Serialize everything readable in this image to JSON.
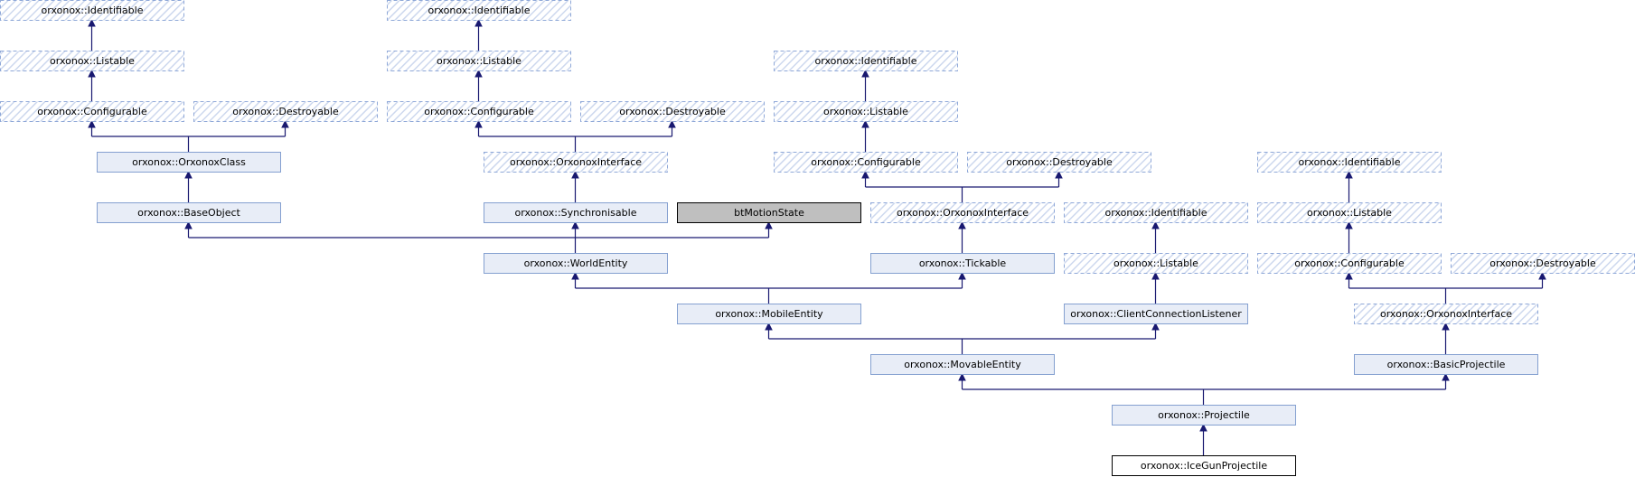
{
  "diagram": {
    "style": {
      "edge_color": "#191970",
      "solid_fill": "#e8edf7",
      "solid_stroke": "#84a0d0",
      "hatch_stroke": "#8fa8d8",
      "hatch_line": "#cdd8ee",
      "focus_fill": "#bfbfbf",
      "focus_stroke": "#000000",
      "leaf_fill": "#ffffff",
      "leaf_stroke": "#000000"
    },
    "nodes": [
      {
        "id": "a_ident",
        "label": "orxonox::Identifiable",
        "kind": "hatched"
      },
      {
        "id": "a_list",
        "label": "orxonox::Listable",
        "kind": "hatched"
      },
      {
        "id": "a_conf",
        "label": "orxonox::Configurable",
        "kind": "hatched"
      },
      {
        "id": "a_dest",
        "label": "orxonox::Destroyable",
        "kind": "hatched"
      },
      {
        "id": "oclass",
        "label": "orxonox::OrxonoxClass",
        "kind": "solid"
      },
      {
        "id": "baseobj",
        "label": "orxonox::BaseObject",
        "kind": "solid"
      },
      {
        "id": "b_ident",
        "label": "orxonox::Identifiable",
        "kind": "hatched"
      },
      {
        "id": "b_list",
        "label": "orxonox::Listable",
        "kind": "hatched"
      },
      {
        "id": "b_conf",
        "label": "orxonox::Configurable",
        "kind": "hatched"
      },
      {
        "id": "b_dest",
        "label": "orxonox::Destroyable",
        "kind": "hatched"
      },
      {
        "id": "b_oif",
        "label": "orxonox::OrxonoxInterface",
        "kind": "hatched"
      },
      {
        "id": "sync",
        "label": "orxonox::Synchronisable",
        "kind": "solid"
      },
      {
        "id": "btms",
        "label": "btMotionState",
        "kind": "focus"
      },
      {
        "id": "c_ident",
        "label": "orxonox::Identifiable",
        "kind": "hatched"
      },
      {
        "id": "c_list",
        "label": "orxonox::Listable",
        "kind": "hatched"
      },
      {
        "id": "c_conf",
        "label": "orxonox::Configurable",
        "kind": "hatched"
      },
      {
        "id": "c_dest",
        "label": "orxonox::Destroyable",
        "kind": "hatched"
      },
      {
        "id": "c_oif",
        "label": "orxonox::OrxonoxInterface",
        "kind": "hatched"
      },
      {
        "id": "tickable",
        "label": "orxonox::Tickable",
        "kind": "solid"
      },
      {
        "id": "d_ident",
        "label": "orxonox::Identifiable",
        "kind": "hatched"
      },
      {
        "id": "d_list",
        "label": "orxonox::Listable",
        "kind": "hatched"
      },
      {
        "id": "ccl",
        "label": "orxonox::ClientConnectionListener",
        "kind": "solid"
      },
      {
        "id": "e_ident",
        "label": "orxonox::Identifiable",
        "kind": "hatched"
      },
      {
        "id": "e_list",
        "label": "orxonox::Listable",
        "kind": "hatched"
      },
      {
        "id": "e_conf",
        "label": "orxonox::Configurable",
        "kind": "hatched"
      },
      {
        "id": "e_dest",
        "label": "orxonox::Destroyable",
        "kind": "hatched"
      },
      {
        "id": "e_oif",
        "label": "orxonox::OrxonoxInterface",
        "kind": "hatched"
      },
      {
        "id": "bproj",
        "label": "orxonox::BasicProjectile",
        "kind": "solid"
      },
      {
        "id": "worldent",
        "label": "orxonox::WorldEntity",
        "kind": "solid"
      },
      {
        "id": "mobile",
        "label": "orxonox::MobileEntity",
        "kind": "solid"
      },
      {
        "id": "movable",
        "label": "orxonox::MovableEntity",
        "kind": "solid"
      },
      {
        "id": "proj",
        "label": "orxonox::Projectile",
        "kind": "solid"
      },
      {
        "id": "icegun",
        "label": "orxonox::IceGunProjectile",
        "kind": "leaf"
      }
    ],
    "edges": [
      {
        "child": "a_list",
        "parents": [
          "a_ident"
        ]
      },
      {
        "child": "a_conf",
        "parents": [
          "a_list"
        ]
      },
      {
        "child": "oclass",
        "parents": [
          "a_conf",
          "a_dest"
        ]
      },
      {
        "child": "baseobj",
        "parents": [
          "oclass"
        ]
      },
      {
        "child": "b_list",
        "parents": [
          "b_ident"
        ]
      },
      {
        "child": "b_conf",
        "parents": [
          "b_list"
        ]
      },
      {
        "child": "b_oif",
        "parents": [
          "b_conf",
          "b_dest"
        ]
      },
      {
        "child": "sync",
        "parents": [
          "b_oif"
        ]
      },
      {
        "child": "worldent",
        "parents": [
          "baseobj",
          "sync",
          "btms"
        ]
      },
      {
        "child": "c_list",
        "parents": [
          "c_ident"
        ]
      },
      {
        "child": "c_conf",
        "parents": [
          "c_list"
        ]
      },
      {
        "child": "c_oif",
        "parents": [
          "c_conf",
          "c_dest"
        ]
      },
      {
        "child": "tickable",
        "parents": [
          "c_oif"
        ]
      },
      {
        "child": "mobile",
        "parents": [
          "worldent",
          "tickable"
        ]
      },
      {
        "child": "d_list",
        "parents": [
          "d_ident"
        ]
      },
      {
        "child": "ccl",
        "parents": [
          "d_list"
        ]
      },
      {
        "child": "movable",
        "parents": [
          "mobile",
          "ccl"
        ]
      },
      {
        "child": "e_list",
        "parents": [
          "e_ident"
        ]
      },
      {
        "child": "e_conf",
        "parents": [
          "e_list"
        ]
      },
      {
        "child": "e_oif",
        "parents": [
          "e_conf",
          "e_dest"
        ]
      },
      {
        "child": "bproj",
        "parents": [
          "e_oif"
        ]
      },
      {
        "child": "proj",
        "parents": [
          "movable",
          "bproj"
        ]
      },
      {
        "child": "icegun",
        "parents": [
          "proj"
        ]
      }
    ]
  }
}
